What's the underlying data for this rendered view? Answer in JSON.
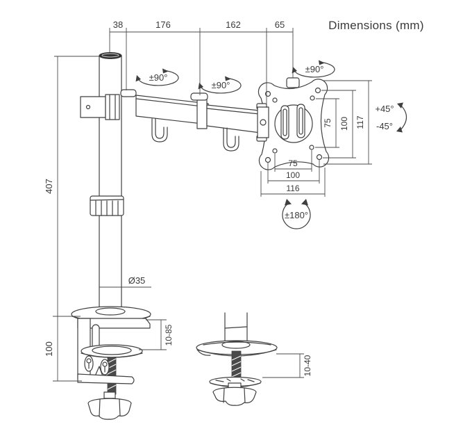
{
  "title": "Dimensions (mm)",
  "top_dimensions": {
    "arm_offset": "38",
    "segment_1": "176",
    "segment_2": "162",
    "head_offset": "65"
  },
  "rotation_labels": {
    "arm_joint_1": "±90°",
    "arm_joint_2": "±90°",
    "head_swivel": "±90°",
    "tilt_up": "+45°",
    "tilt_down": "-45°",
    "head_rotation": "±180°"
  },
  "pole": {
    "height": "407",
    "diameter": "Ø35"
  },
  "vesa_plate": {
    "vertical": {
      "inner": "75",
      "middle": "100",
      "outer": "117"
    },
    "horizontal": {
      "inner": "75",
      "middle": "100",
      "outer": "116"
    }
  },
  "clamp_mount": {
    "height": "100",
    "desk_thickness_range": "10-85"
  },
  "grommet_mount": {
    "desk_thickness_range": "10-40"
  },
  "colors": {
    "ink": "#3f3f3f",
    "background": "#ffffff"
  }
}
